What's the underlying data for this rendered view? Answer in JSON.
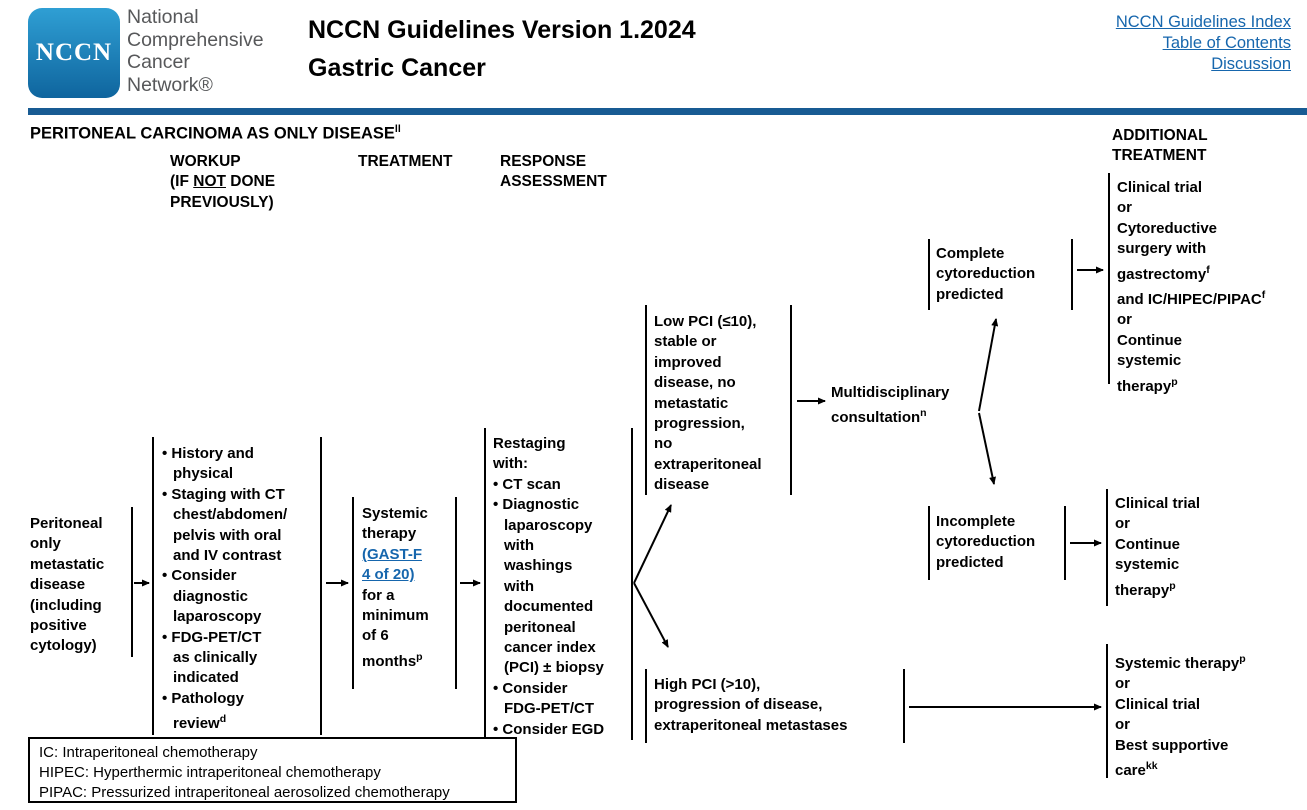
{
  "header": {
    "logo": "NCCN",
    "org": [
      "National",
      "Comprehensive",
      "Cancer",
      "Network®"
    ],
    "guideline_title": "NCCN Guidelines Version 1.2024",
    "cancer_type": "Gastric Cancer",
    "links": [
      "NCCN Guidelines Index",
      "Table of Contents",
      "Discussion"
    ]
  },
  "colors": {
    "nccn_blue": "#1666ad",
    "rule_blue": "#185b93",
    "logo_top": "#2f9fd4",
    "logo_bottom": "#0f659e",
    "gray_text": "#57585a"
  },
  "section": {
    "title": [
      {
        "s": [
          {
            "t": "PERITONEAL CARCINOMA AS ONLY DISEASE"
          },
          {
            "t": "ll",
            "sup": true
          }
        ]
      }
    ],
    "headers": {
      "workup": [
        {
          "s": [
            {
              "t": "WORKUP"
            }
          ]
        },
        {
          "s": [
            {
              "t": "(IF "
            },
            {
              "t": "NOT",
              "u": true
            },
            {
              "t": " DONE"
            }
          ]
        },
        {
          "s": [
            {
              "t": "PREVIOUSLY)"
            }
          ]
        }
      ],
      "treatment": [
        {
          "s": [
            {
              "t": "TREATMENT"
            }
          ]
        }
      ],
      "response": [
        {
          "s": [
            {
              "t": "RESPONSE"
            }
          ]
        },
        {
          "s": [
            {
              "t": "ASSESSMENT"
            }
          ]
        }
      ],
      "additional": [
        {
          "s": [
            {
              "t": "ADDITIONAL"
            }
          ]
        },
        {
          "s": [
            {
              "t": "TREATMENT"
            }
          ]
        }
      ]
    }
  },
  "nodes": {
    "entry": [
      {
        "s": [
          {
            "t": "Peritoneal"
          }
        ]
      },
      {
        "s": [
          {
            "t": "only"
          }
        ]
      },
      {
        "s": [
          {
            "t": "metastatic"
          }
        ]
      },
      {
        "s": [
          {
            "t": "disease"
          }
        ]
      },
      {
        "s": [
          {
            "t": "(including"
          }
        ]
      },
      {
        "s": [
          {
            "t": "positive"
          }
        ]
      },
      {
        "s": [
          {
            "t": "cytology)"
          }
        ]
      }
    ],
    "workup": [
      {
        "s": [
          {
            "t": "• History and"
          }
        ]
      },
      {
        "ind": 1,
        "s": [
          {
            "t": "physical"
          }
        ]
      },
      {
        "s": [
          {
            "t": "• Staging with CT"
          }
        ]
      },
      {
        "ind": 1,
        "s": [
          {
            "t": "chest/abdomen/"
          }
        ]
      },
      {
        "ind": 1,
        "s": [
          {
            "t": "pelvis with oral"
          }
        ]
      },
      {
        "ind": 1,
        "s": [
          {
            "t": "and IV contrast"
          }
        ]
      },
      {
        "s": [
          {
            "t": "• Consider"
          }
        ]
      },
      {
        "ind": 1,
        "s": [
          {
            "t": "diagnostic"
          }
        ]
      },
      {
        "ind": 1,
        "s": [
          {
            "t": "laparoscopy"
          }
        ]
      },
      {
        "s": [
          {
            "t": "• FDG-PET/CT"
          }
        ]
      },
      {
        "ind": 1,
        "s": [
          {
            "t": "as clinically"
          }
        ]
      },
      {
        "ind": 1,
        "s": [
          {
            "t": "indicated"
          }
        ]
      },
      {
        "s": [
          {
            "t": "• Pathology"
          }
        ]
      },
      {
        "ind": 1,
        "s": [
          {
            "t": "review"
          },
          {
            "t": "d",
            "sup": true
          }
        ]
      }
    ],
    "treatment": [
      {
        "s": [
          {
            "t": "Systemic"
          }
        ]
      },
      {
        "s": [
          {
            "t": "therapy"
          }
        ]
      },
      {
        "s": [
          {
            "t": "(GAST-F",
            "link": true,
            "name": "gast-f-link"
          }
        ]
      },
      {
        "s": [
          {
            "t": "4 of 20)",
            "link": true,
            "name": "gast-f-link"
          }
        ]
      },
      {
        "s": [
          {
            "t": "for a"
          }
        ]
      },
      {
        "s": [
          {
            "t": "minimum"
          }
        ]
      },
      {
        "s": [
          {
            "t": "of 6"
          }
        ]
      },
      {
        "s": [
          {
            "t": "months"
          },
          {
            "t": "p",
            "sup": true
          }
        ]
      }
    ],
    "response": [
      {
        "s": [
          {
            "t": "Restaging"
          }
        ]
      },
      {
        "s": [
          {
            "t": "with:"
          }
        ]
      },
      {
        "s": [
          {
            "t": "• CT scan"
          }
        ]
      },
      {
        "s": [
          {
            "t": "• Diagnostic"
          }
        ]
      },
      {
        "ind": 1,
        "s": [
          {
            "t": "laparoscopy"
          }
        ]
      },
      {
        "ind": 1,
        "s": [
          {
            "t": "with"
          }
        ]
      },
      {
        "ind": 1,
        "s": [
          {
            "t": "washings"
          }
        ]
      },
      {
        "ind": 1,
        "s": [
          {
            "t": "with"
          }
        ]
      },
      {
        "ind": 1,
        "s": [
          {
            "t": "documented"
          }
        ]
      },
      {
        "ind": 1,
        "s": [
          {
            "t": "peritoneal"
          }
        ]
      },
      {
        "ind": 1,
        "s": [
          {
            "t": "cancer index"
          }
        ]
      },
      {
        "ind": 1,
        "s": [
          {
            "t": "(PCI) ± biopsy"
          }
        ]
      },
      {
        "s": [
          {
            "t": "• Consider"
          }
        ]
      },
      {
        "ind": 1,
        "s": [
          {
            "t": "FDG-PET/CT"
          }
        ]
      },
      {
        "s": [
          {
            "t": "• Consider EGD"
          }
        ]
      }
    ],
    "low_pci": [
      {
        "s": [
          {
            "t": "Low PCI (≤10),"
          }
        ]
      },
      {
        "s": [
          {
            "t": "stable or"
          }
        ]
      },
      {
        "s": [
          {
            "t": "improved"
          }
        ]
      },
      {
        "s": [
          {
            "t": "disease, no"
          }
        ]
      },
      {
        "s": [
          {
            "t": "metastatic"
          }
        ]
      },
      {
        "s": [
          {
            "t": "progression,"
          }
        ]
      },
      {
        "s": [
          {
            "t": "no"
          }
        ]
      },
      {
        "s": [
          {
            "t": "extraperitoneal"
          }
        ]
      },
      {
        "s": [
          {
            "t": "disease"
          }
        ]
      }
    ],
    "multidisciplinary": [
      {
        "s": [
          {
            "t": "Multidisciplinary"
          }
        ]
      },
      {
        "s": [
          {
            "t": "consultation"
          },
          {
            "t": "n",
            "sup": true
          }
        ]
      }
    ],
    "complete_cytoreduction": [
      {
        "s": [
          {
            "t": "Complete"
          }
        ]
      },
      {
        "s": [
          {
            "t": "cytoreduction"
          }
        ]
      },
      {
        "s": [
          {
            "t": "predicted"
          }
        ]
      }
    ],
    "incomplete_cytoreduction": [
      {
        "s": [
          {
            "t": "Incomplete"
          }
        ]
      },
      {
        "s": [
          {
            "t": "cytoreduction"
          }
        ]
      },
      {
        "s": [
          {
            "t": "predicted"
          }
        ]
      }
    ],
    "additional_top": [
      {
        "s": [
          {
            "t": "Clinical trial"
          }
        ]
      },
      {
        "s": [
          {
            "t": "or"
          }
        ]
      },
      {
        "s": [
          {
            "t": "Cytoreductive"
          }
        ]
      },
      {
        "s": [
          {
            "t": "surgery with"
          }
        ]
      },
      {
        "s": [
          {
            "t": "gastrectomy"
          },
          {
            "t": "f",
            "sup": true
          }
        ]
      },
      {
        "s": [
          {
            "t": "and IC/HIPEC/PIPAC"
          },
          {
            "t": "f",
            "sup": true
          }
        ]
      },
      {
        "s": [
          {
            "t": "or"
          }
        ]
      },
      {
        "s": [
          {
            "t": "Continue"
          }
        ]
      },
      {
        "s": [
          {
            "t": "systemic"
          }
        ]
      },
      {
        "s": [
          {
            "t": "therapy"
          },
          {
            "t": "p",
            "sup": true
          }
        ]
      }
    ],
    "additional_mid": [
      {
        "s": [
          {
            "t": "Clinical trial"
          }
        ]
      },
      {
        "s": [
          {
            "t": "or"
          }
        ]
      },
      {
        "s": [
          {
            "t": "Continue"
          }
        ]
      },
      {
        "s": [
          {
            "t": "systemic"
          }
        ]
      },
      {
        "s": [
          {
            "t": "therapy"
          },
          {
            "t": "p",
            "sup": true
          }
        ]
      }
    ],
    "high_pci": [
      {
        "s": [
          {
            "t": "High PCI (>10),"
          }
        ]
      },
      {
        "s": [
          {
            "t": "progression of disease,"
          }
        ]
      },
      {
        "s": [
          {
            "t": "extraperitoneal metastases"
          }
        ]
      }
    ],
    "additional_bottom": [
      {
        "s": [
          {
            "t": "Systemic therapy"
          },
          {
            "t": "p",
            "sup": true
          }
        ]
      },
      {
        "s": [
          {
            "t": "or"
          }
        ]
      },
      {
        "s": [
          {
            "t": "Clinical trial"
          }
        ]
      },
      {
        "s": [
          {
            "t": "or"
          }
        ]
      },
      {
        "s": [
          {
            "t": "Best supportive"
          }
        ]
      },
      {
        "s": [
          {
            "t": "care"
          },
          {
            "t": "kk",
            "sup": true
          }
        ]
      }
    ]
  },
  "legend": [
    {
      "s": [
        {
          "t": "IC: Intraperitoneal chemotherapy"
        }
      ]
    },
    {
      "s": [
        {
          "t": "HIPEC: Hyperthermic intraperitoneal chemotherapy"
        }
      ]
    },
    {
      "s": [
        {
          "t": "PIPAC: Pressurized intraperitoneal aerosolized chemotherapy"
        }
      ]
    }
  ]
}
